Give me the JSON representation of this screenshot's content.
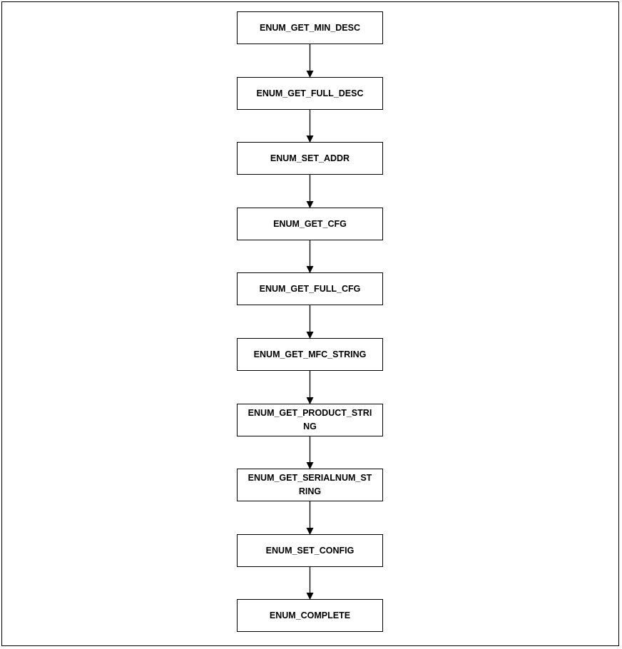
{
  "diagram": {
    "steps": [
      {
        "label": "ENUM_GET_MIN_DESC"
      },
      {
        "label": "ENUM_GET_FULL_DESC"
      },
      {
        "label": "ENUM_SET_ADDR"
      },
      {
        "label": "ENUM_GET_CFG"
      },
      {
        "label": "ENUM_GET_FULL_CFG"
      },
      {
        "label": "ENUM_GET_MFC_STRING"
      },
      {
        "label": "ENUM_GET_PRODUCT_STRI",
        "label2": "NG"
      },
      {
        "label": "ENUM_GET_SERIALNUM_ST",
        "label2": "RING"
      },
      {
        "label": "ENUM_SET_CONFIG"
      },
      {
        "label": "ENUM_COMPLETE"
      }
    ],
    "colors": {
      "stroke": "#000000",
      "fill": "#ffffff"
    }
  }
}
